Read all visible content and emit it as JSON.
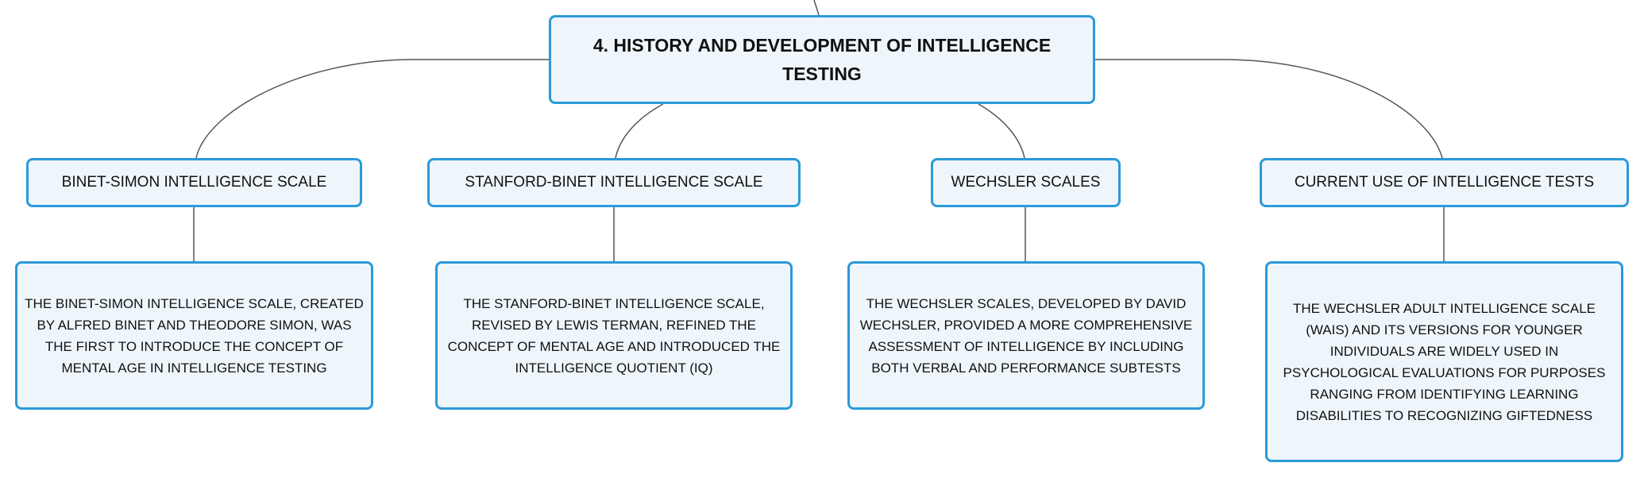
{
  "root": {
    "title": "4. HISTORY AND DEVELOPMENT OF INTELLIGENCE TESTING"
  },
  "branches": [
    {
      "label": "BINET-SIMON INTELLIGENCE SCALE",
      "detail": "THE BINET-SIMON INTELLIGENCE SCALE, CREATED BY ALFRED BINET AND THEODORE SIMON, WAS THE FIRST TO INTRODUCE THE CONCEPT OF MENTAL AGE IN INTELLIGENCE TESTING"
    },
    {
      "label": "STANFORD-BINET INTELLIGENCE SCALE",
      "detail": "THE STANFORD-BINET INTELLIGENCE SCALE, REVISED BY LEWIS TERMAN, REFINED THE CONCEPT OF MENTAL AGE AND INTRODUCED THE INTELLIGENCE QUOTIENT (IQ)"
    },
    {
      "label": "WECHSLER SCALES",
      "detail": "THE WECHSLER SCALES, DEVELOPED BY DAVID WECHSLER, PROVIDED A MORE COMPREHENSIVE ASSESSMENT OF INTELLIGENCE BY INCLUDING BOTH VERBAL AND PERFORMANCE SUBTESTS"
    },
    {
      "label": "CURRENT USE OF INTELLIGENCE TESTS",
      "detail": "THE WECHSLER ADULT INTELLIGENCE SCALE (WAIS) AND ITS VERSIONS FOR YOUNGER INDIVIDUALS ARE WIDELY USED IN PSYCHOLOGICAL EVALUATIONS FOR PURPOSES RANGING FROM IDENTIFYING LEARNING DISABILITIES TO RECOGNIZING GIFTEDNESS"
    }
  ],
  "colors": {
    "node_border": "#2b9ad8",
    "node_fill": "#eef6fc",
    "connector": "#555555"
  }
}
